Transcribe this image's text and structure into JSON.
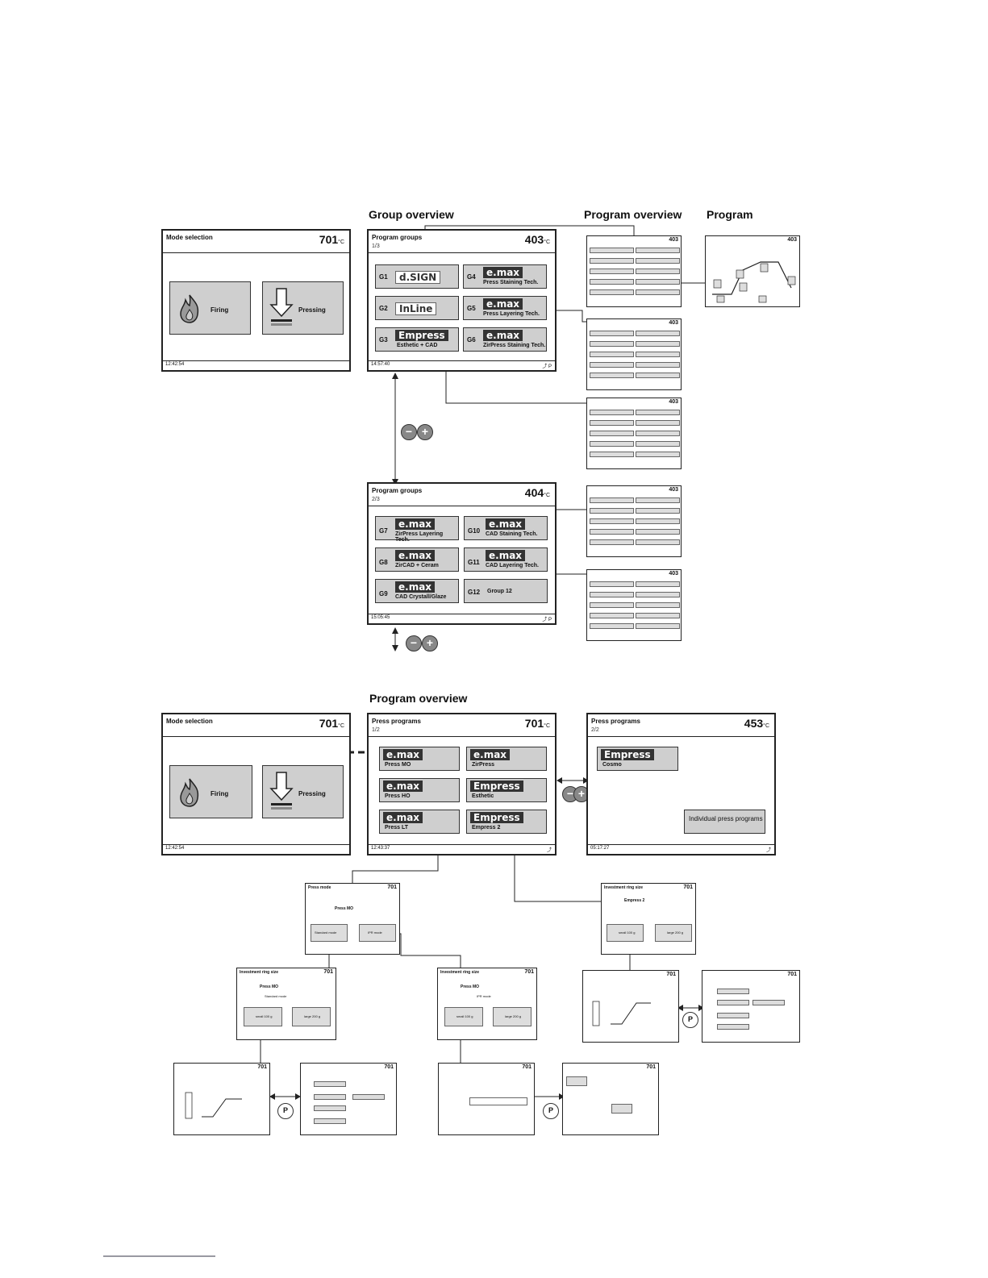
{
  "headings": {
    "group_overview": "Group overview",
    "program_overview_top": "Program overview",
    "program": "Program",
    "program_overview_bottom": "Program overview"
  },
  "top": {
    "mode_selection": {
      "title": "Mode selection",
      "temp": "701",
      "unit": "°C",
      "firing": "Firing",
      "pressing": "Pressing",
      "time": "12:42:54"
    },
    "groups1": {
      "title": "Program groups",
      "page": "1/3",
      "temp": "403",
      "unit": "°C",
      "time": "14:57:40",
      "items": [
        {
          "num": "G1",
          "logo": "d.SIGN",
          "label": ""
        },
        {
          "num": "G2",
          "logo": "InLine",
          "label": ""
        },
        {
          "num": "G3",
          "logo": "Empress",
          "label": "Esthetic + CAD"
        },
        {
          "num": "G4",
          "logo": "e.max",
          "label": "Press Staining Tech."
        },
        {
          "num": "G5",
          "logo": "e.max",
          "label": "Press Layering Tech."
        },
        {
          "num": "G6",
          "logo": "e.max",
          "label": "ZirPress Staining Tech."
        }
      ]
    },
    "groups2": {
      "title": "Program groups",
      "page": "2/3",
      "temp": "404",
      "unit": "°C",
      "time": "15:05:45",
      "items": [
        {
          "num": "G7",
          "logo": "e.max",
          "label": "ZirPress Layering Tech."
        },
        {
          "num": "G8",
          "logo": "e.max",
          "label": "ZirCAD + Ceram"
        },
        {
          "num": "G9",
          "logo": "e.max",
          "label": "CAD Crystall/Glaze"
        },
        {
          "num": "G10",
          "logo": "e.max",
          "label": "CAD Staining Tech."
        },
        {
          "num": "G11",
          "logo": "e.max",
          "label": "CAD Layering Tech."
        },
        {
          "num": "G12",
          "logo": "",
          "label": "Group 12"
        }
      ]
    },
    "mini_temps": [
      "403",
      "403",
      "403",
      "403",
      "403"
    ],
    "program_temp": "403"
  },
  "bottom": {
    "mode_selection": {
      "title": "Mode selection",
      "temp": "701",
      "unit": "°C",
      "firing": "Firing",
      "pressing": "Pressing",
      "time": "12:42:54"
    },
    "press1": {
      "title": "Press programs",
      "page": "1/2",
      "temp": "701",
      "unit": "°C",
      "time": "12:43:37",
      "items": [
        {
          "logo": "e.max",
          "label": "Press MO"
        },
        {
          "logo": "e.max",
          "label": "Press HO"
        },
        {
          "logo": "e.max",
          "label": "Press LT"
        },
        {
          "logo": "e.max",
          "label": "ZirPress"
        },
        {
          "logo": "Empress",
          "label": "Esthetic"
        },
        {
          "logo": "Empress",
          "label": "Empress 2"
        }
      ]
    },
    "press2": {
      "title": "Press programs",
      "page": "2/2",
      "temp": "453",
      "unit": "°C",
      "time": "05:17:27",
      "item": {
        "logo": "Empress",
        "label": "Cosmo"
      },
      "individual": "Individual press programs"
    },
    "mini": {
      "press_mode_title": "Press mode",
      "press_mode_temp": "701",
      "press_mo": "Press MO",
      "standard_mode": "Standard mode",
      "ipr_mode": "IPR mode",
      "investment_ring_size": "Investment ring size",
      "temp_701": "701",
      "empress2": "Empress 2",
      "small": "small 100 g",
      "large": "large 200 g",
      "p": "P"
    }
  }
}
